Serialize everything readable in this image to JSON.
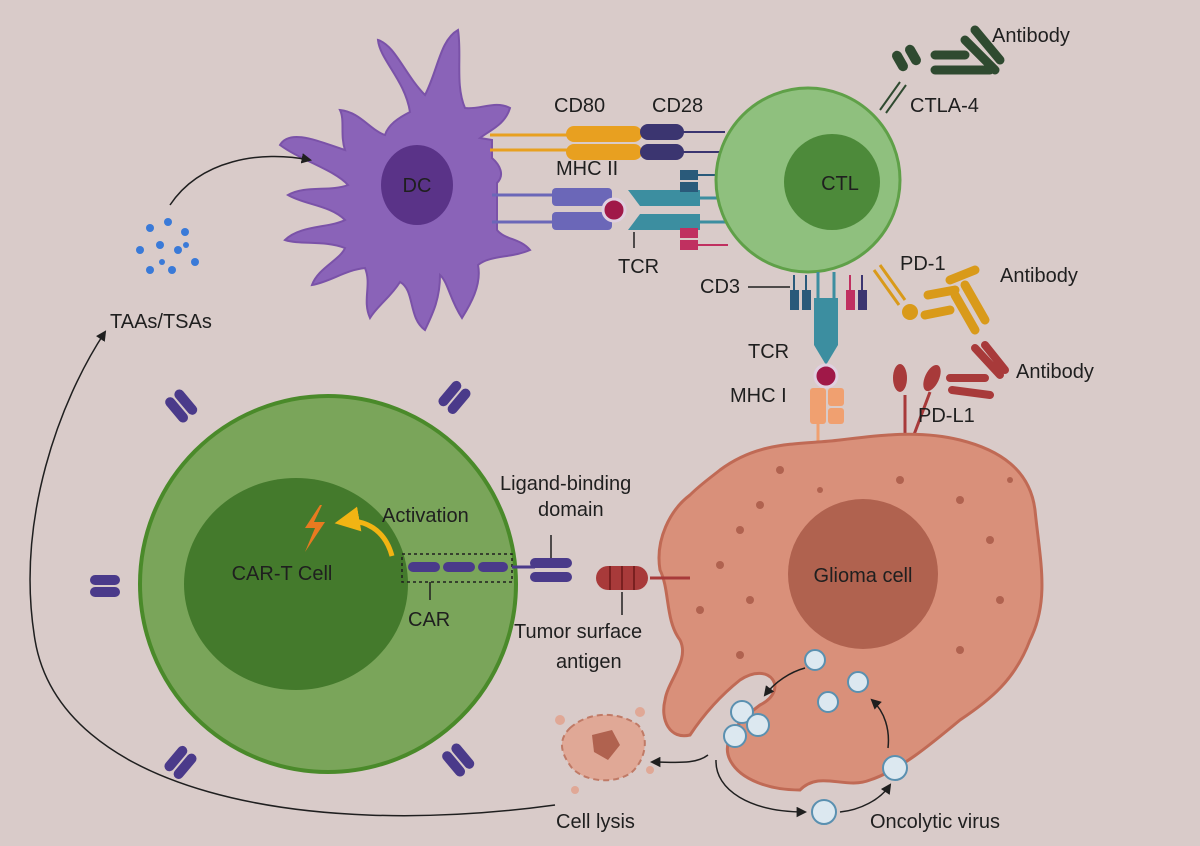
{
  "colors": {
    "background": "#d9cbc9",
    "dc": "#8a63b8",
    "dc_nucleus": "#5a3388",
    "ctl": "#8fc07e",
    "ctl_nucleus": "#4d8a3a",
    "cart": "#7aa55a",
    "cart_nucleus": "#447a2c",
    "glioma": "#d9907a",
    "glioma_nucleus": "#b0624f",
    "cd80": "#e8a020",
    "cd28": "#3b3570",
    "tcr": "#3c8ea0",
    "mhc2": "#6b67b8",
    "mhc1": "#f0a070",
    "pd1_antibody": "#d99a1a",
    "pdl1": "#a83a3a",
    "ctla4_antibody": "#2f4a30",
    "car": "#4a3a8a"
  },
  "labels": {
    "dc": "DC",
    "ctl": "CTL",
    "cart": "CAR-T Cell",
    "glioma": "Glioma cell",
    "cd80": "CD80",
    "cd28": "CD28",
    "mhc2": "MHC II",
    "tcr_top": "TCR",
    "cd3": "CD3",
    "ctla4": "CTLA-4",
    "antibody1": "Antibody",
    "pd1": "PD-1",
    "antibody2": "Antibody",
    "tcr_bottom": "TCR",
    "mhc1": "MHC  I",
    "pdl1": "PD-L1",
    "antibody3": "Antibody",
    "taas": "TAAs/TSAs",
    "activation": "Activation",
    "car": "CAR",
    "ligand_line1": "Ligand-binding",
    "ligand_line2": "domain",
    "tumor_line1": "Tumor surface",
    "tumor_line2": "antigen",
    "cell_lysis": "Cell lysis",
    "oncolytic": "Oncolytic virus"
  }
}
